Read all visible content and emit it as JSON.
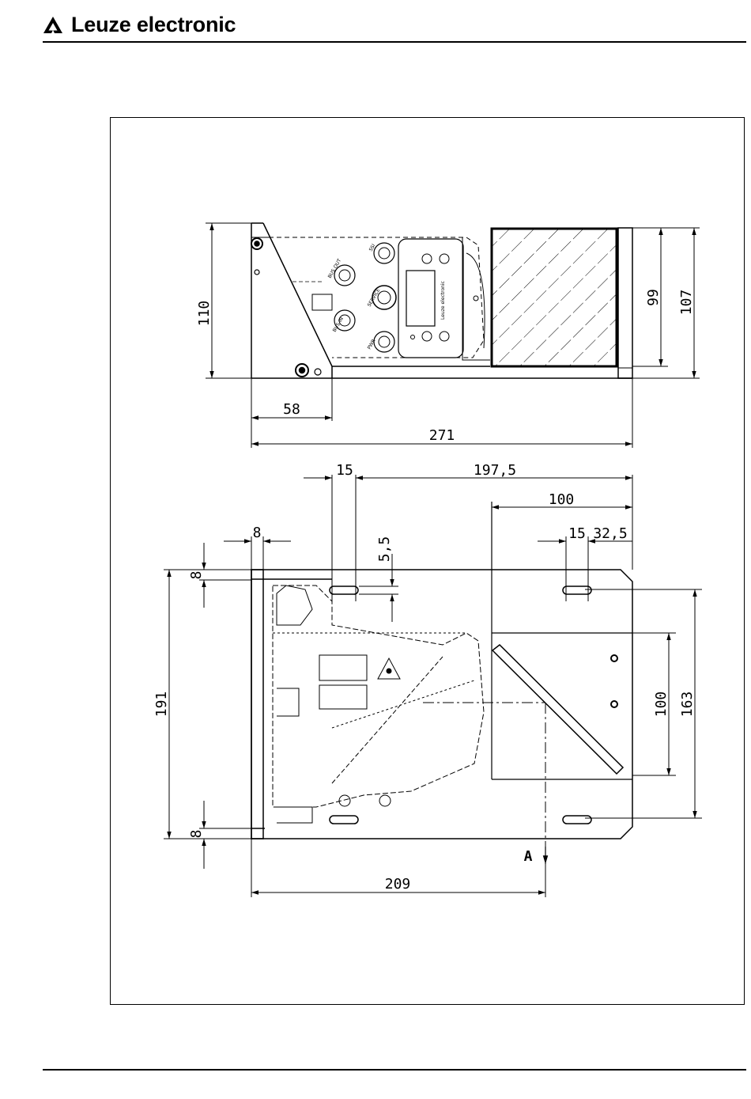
{
  "header": {
    "brand": "Leuze electronic"
  },
  "top_view": {
    "dims": {
      "height_left": "110",
      "right_inner": "99",
      "right_outer": "107",
      "width_small": "58",
      "width_total": "271"
    },
    "labels": {
      "bus_out": "BUS OUT",
      "bus_in": "BUS IN",
      "ssi": "SSI",
      "service": "SERVICE",
      "pwr": "PWR",
      "brand_small": "Leuze electronic"
    }
  },
  "side_view": {
    "dims": {
      "d15a": "15",
      "d197": "197,5",
      "d100_top": "100",
      "d8_top": "8",
      "d55": "5,5",
      "d15b": "15",
      "d32": "32,5",
      "d8_side_top": "8",
      "d8_side_bottom": "8",
      "d191": "191",
      "d100_right": "100",
      "d163": "163",
      "d209": "209",
      "section": "A"
    }
  }
}
